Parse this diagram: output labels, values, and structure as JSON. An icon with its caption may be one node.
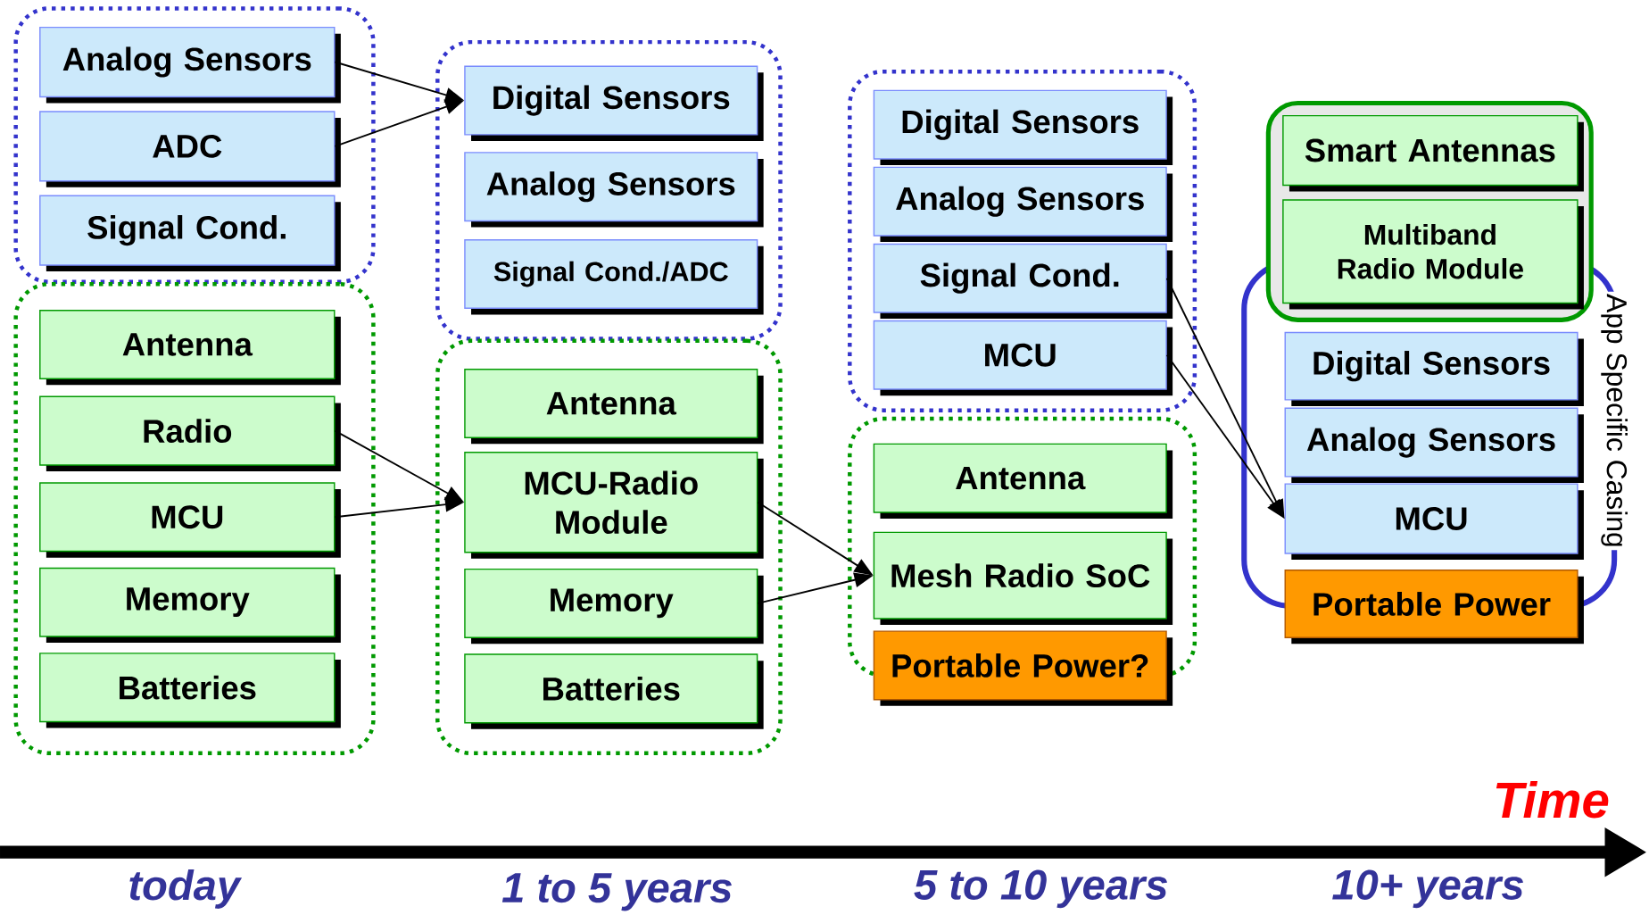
{
  "diagram": {
    "nodes": [
      {
        "text": [],
        "shape": "box"
      },
      {
        "text": [
          "Analog Sensors"
        ],
        "in": 0
      },
      {
        "text": [
          "ADC"
        ],
        "in": 0
      },
      {
        "text": [
          "Signal Cond."
        ],
        "in": 0
      },
      {
        "text": [],
        "shape": "box"
      },
      {
        "text": [
          "Antenna"
        ],
        "in": 4
      },
      {
        "text": [
          "Radio"
        ],
        "in": 4
      },
      {
        "text": [
          "MCU"
        ],
        "in": 4
      },
      {
        "text": [
          "Memory"
        ],
        "in": 4
      },
      {
        "text": [
          "Batteries"
        ],
        "in": 4
      },
      {
        "text": [],
        "shape": "box"
      },
      {
        "text": [
          "Digital Sensors"
        ],
        "in": 10
      },
      {
        "text": [
          "Analog Sensors"
        ],
        "in": 10
      },
      {
        "text": [
          "Signal Cond./ADC"
        ],
        "in": 10
      },
      {
        "text": [],
        "shape": "box"
      },
      {
        "text": [
          "Antenna"
        ],
        "in": 14
      },
      {
        "text": [
          "MCU-Radio Module"
        ],
        "in": 14
      },
      {
        "text": [
          "Memory"
        ],
        "in": 14
      },
      {
        "text": [
          "Batteries"
        ],
        "in": 14
      },
      {
        "text": [],
        "shape": "box"
      },
      {
        "text": [
          "Digital Sensors"
        ],
        "in": 19
      },
      {
        "text": [
          "Analog Sensors"
        ],
        "in": 19
      },
      {
        "text": [
          "Signal Cond."
        ],
        "in": 19
      },
      {
        "text": [
          "MCU"
        ],
        "in": 19
      },
      {
        "text": [],
        "shape": "box"
      },
      {
        "text": [
          "Antenna"
        ],
        "in": 24
      },
      {
        "text": [
          "Mesh Radio SoC"
        ],
        "in": 24
      },
      {
        "text": [
          "Portable Power?"
        ]
      },
      {
        "text": [
          "App Specific Casing"
        ]
      },
      {
        "text": [],
        "shape": "box"
      },
      {
        "text": [
          "Smart Antennas"
        ],
        "in": 29
      },
      {
        "text": [
          "Multiband Radio Module"
        ],
        "in": 29
      },
      {
        "text": [
          "Digital Sensors"
        ],
        "in": 28
      },
      {
        "text": [
          "Analog Sensors"
        ],
        "in": 28
      },
      {
        "text": [
          "MCU"
        ],
        "in": 28
      },
      {
        "text": [
          "Portable Power"
        ]
      }
    ],
    "edges": [
      {
        "from": 1,
        "to": 11,
        "arrow": "to"
      },
      {
        "from": 2,
        "to": 11,
        "arrow": "to"
      },
      {
        "from": 6,
        "to": 16,
        "arrow": "to"
      },
      {
        "from": 7,
        "to": 16,
        "arrow": "to"
      },
      {
        "from": 16,
        "to": 26,
        "arrow": "to"
      },
      {
        "from": 17,
        "to": 26,
        "arrow": "to"
      },
      {
        "from": 22,
        "to": 34,
        "arrow": "to"
      },
      {
        "from": 23,
        "to": 34,
        "arrow": "to"
      }
    ],
    "labels": [
      "Time",
      "today",
      "1 to 5 years",
      "5 to 10 years",
      "10+ years"
    ]
  }
}
